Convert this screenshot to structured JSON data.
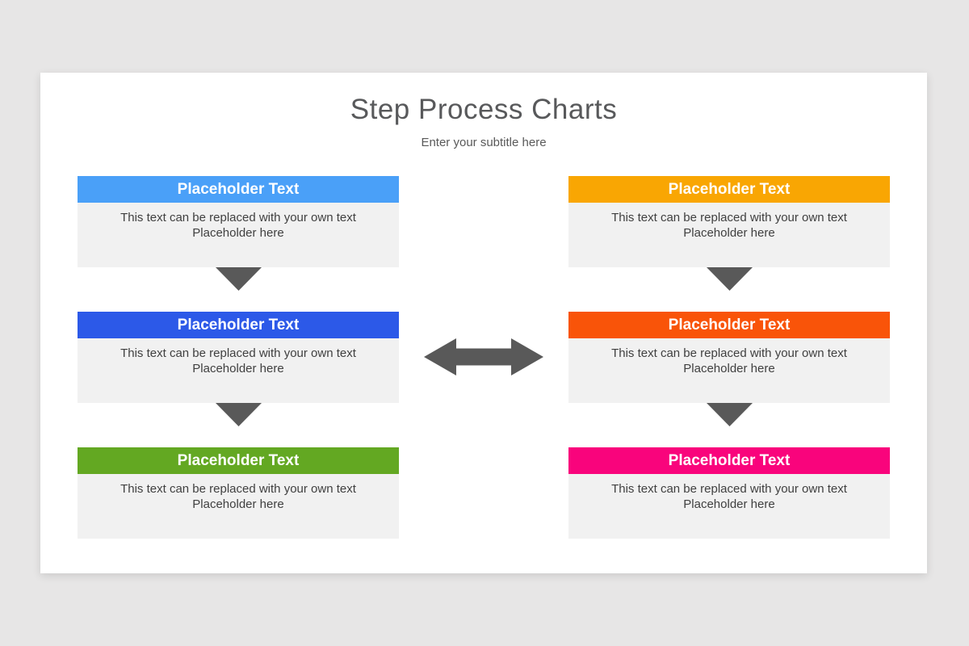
{
  "slide": {
    "title": "Step Process Charts",
    "subtitle": "Enter your subtitle here"
  },
  "colors": {
    "page_background": "#e7e6e6",
    "card_background": "#ffffff",
    "title_text": "#58595b",
    "subtitle_text": "#595959",
    "step_body_background": "#f1f1f1",
    "step_body_text": "#404040",
    "step_header_text": "#ffffff",
    "connector_gray": "#595959"
  },
  "icons": {
    "down_triangle": "triangle-down-glyph",
    "double_arrow": "left-right-arrow-glyph"
  },
  "columns": [
    {
      "name": "left",
      "steps": [
        {
          "header": "Placeholder Text",
          "body_line1": "This text can be replaced with your own text",
          "body_line2": "Placeholder here",
          "accent": "#4aa0f8"
        },
        {
          "header": "Placeholder Text",
          "body_line1": "This text can be replaced with your own text",
          "body_line2": "Placeholder here",
          "accent": "#2c59e8"
        },
        {
          "header": "Placeholder Text",
          "body_line1": "This text can be replaced with your own text",
          "body_line2": "Placeholder here",
          "accent": "#63a822"
        }
      ]
    },
    {
      "name": "right",
      "steps": [
        {
          "header": "Placeholder Text",
          "body_line1": "This text can be replaced with your own text",
          "body_line2": "Placeholder here",
          "accent": "#f9a603"
        },
        {
          "header": "Placeholder Text",
          "body_line1": "This text can be replaced with your own text",
          "body_line2": "Placeholder here",
          "accent": "#f95409"
        },
        {
          "header": "Placeholder Text",
          "body_line1": "This text can be replaced with your own text",
          "body_line2": "Placeholder here",
          "accent": "#f9047c"
        }
      ]
    }
  ]
}
